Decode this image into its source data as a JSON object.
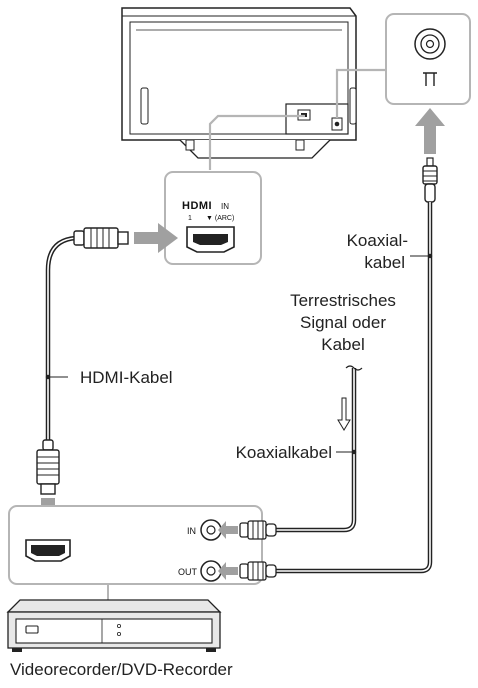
{
  "labels": {
    "coax_top_line1": "Koaxial-",
    "coax_top_line2": "kabel",
    "terrestrial_line1": "Terrestrisches",
    "terrestrial_line2": "Signal oder",
    "terrestrial_line3": "Kabel",
    "hdmi_cable": "HDMI-Kabel",
    "coax_bottom": "Koaxialkabel",
    "device": "Videorecorder/DVD-Recorder"
  },
  "hdmi_port": {
    "logo": "HDMI",
    "in": "IN",
    "number": "1",
    "arc": "▼ (ARC)"
  },
  "recorder_ports": {
    "in": "IN",
    "out": "OUT"
  },
  "colors": {
    "line": "#222222",
    "panel_border": "#b5b5b5",
    "arrow": "#a0a0a0",
    "device_fill": "#e8e8e8"
  }
}
